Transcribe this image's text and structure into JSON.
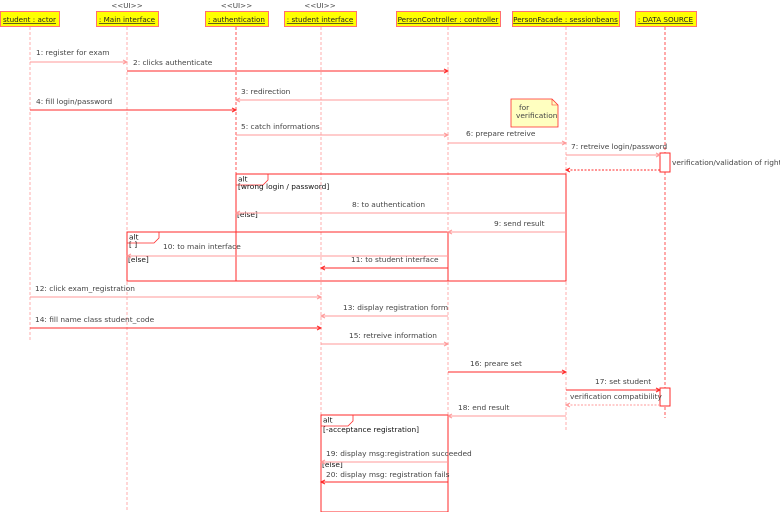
{
  "colors": {
    "line": "#ff2a2a",
    "light": "#ff9a9a",
    "header_fill": "#ffff00",
    "note_fill": "#ffffc0"
  },
  "participants": [
    {
      "name": "student : actor",
      "stereotype": ""
    },
    {
      "name": " : Main interface",
      "stereotype": "<<UI>>"
    },
    {
      "name": " : authentication",
      "stereotype": "<<UI>>"
    },
    {
      "name": " : student interface",
      "stereotype": "<<UI>>"
    },
    {
      "name": "PersonController : controller",
      "stereotype": ""
    },
    {
      "name": "PersonFacade : sessionbeans",
      "stereotype": ""
    },
    {
      "name": " : DATA SOURCE",
      "stereotype": ""
    }
  ],
  "messages": [
    "1: register for exam",
    "2: clicks authenticate",
    "3: redirection",
    "4: fill login/password",
    "5: catch informations",
    "6: prepare retreive",
    "7: retreive login/password",
    "verification/validation of rights",
    "8: to authentication",
    "9: send result",
    "10: to main interface",
    "11: to student interface",
    "12: click exam_registration",
    "13: display registration form",
    "14: fill name class student_code",
    "15: retreive information",
    "16: preare set",
    "17: set student",
    "verification compatibility",
    "18: end result",
    "19: display msg:registration succeeded",
    "20: display msg: registration fails"
  ],
  "note": {
    "line1": "for",
    "line2": "verification"
  },
  "frames": [
    {
      "keyword": "alt",
      "guard": "[wrong login / password]",
      "else": "[else]"
    },
    {
      "keyword": "alt",
      "guard": "[  ]",
      "else": "[else]"
    },
    {
      "keyword": "alt",
      "guard": "[-acceptance registration]",
      "else": "[else]"
    }
  ]
}
